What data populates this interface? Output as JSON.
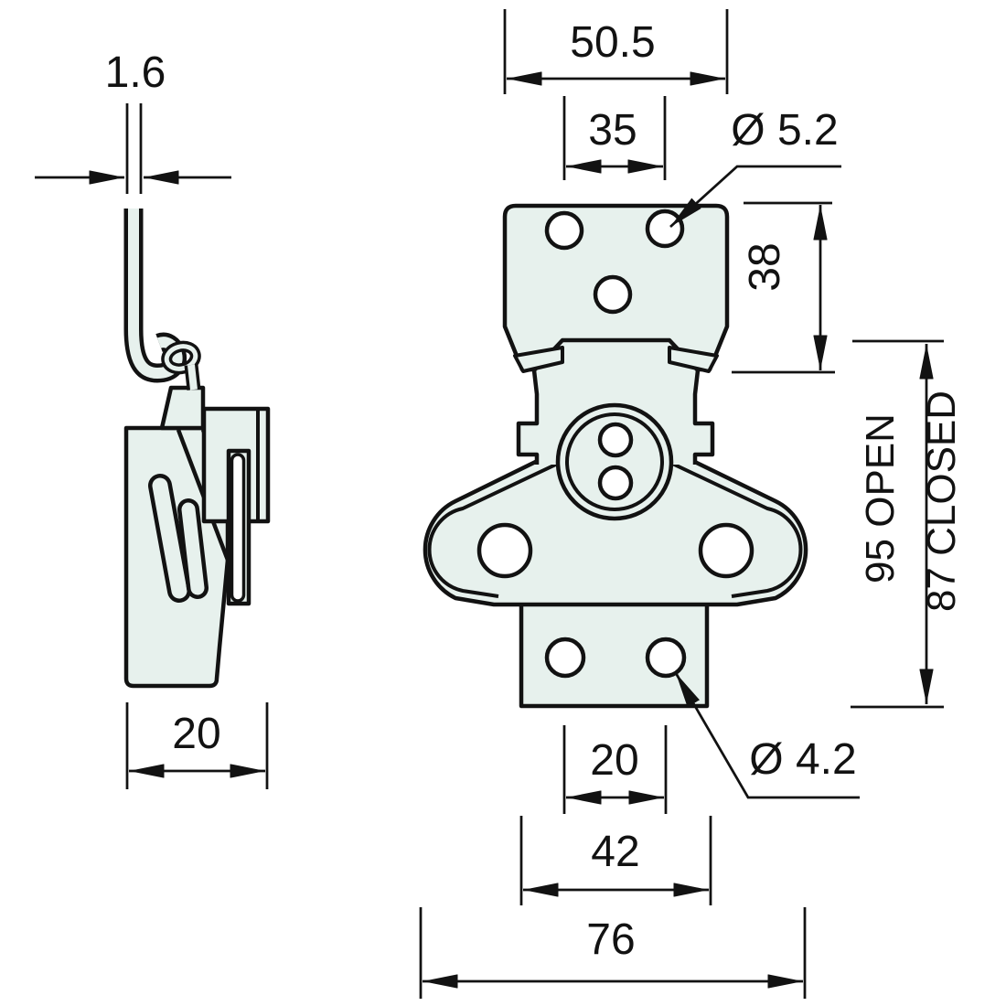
{
  "drawing": {
    "colors": {
      "line": "#121212",
      "fill": "#e7f1ed",
      "background": "#ffffff"
    },
    "dims": {
      "thickness": "1.6",
      "side_depth": "20",
      "plate_width": "50.5",
      "top_hole_spacing": "35",
      "top_hole_dia": "Ø 5.2",
      "plate_height": "38",
      "open_height": "95 OPEN",
      "closed_height": "87 CLOSED",
      "bottom_hole_spacing": "20",
      "bottom_hole_dia": "Ø 4.2",
      "bottom_plate_width": "42",
      "overall_width": "76"
    }
  }
}
